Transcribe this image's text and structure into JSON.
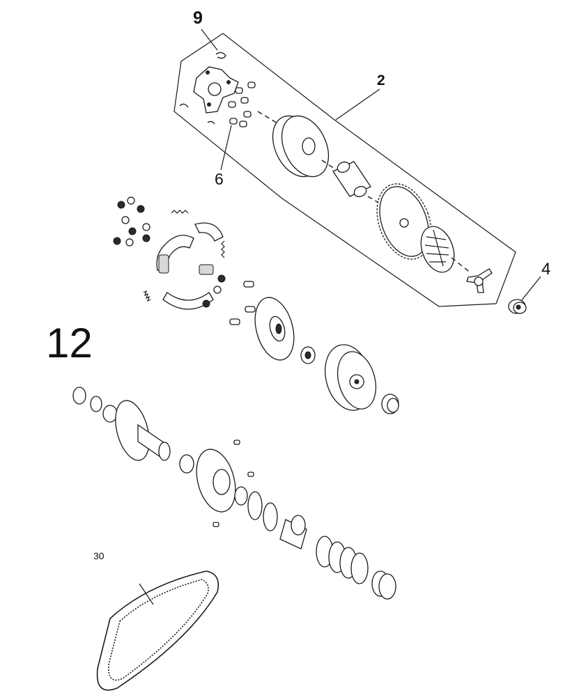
{
  "diagram": {
    "labels": {
      "item_9": "9",
      "item_2": "2",
      "item_6": "6",
      "item_4": "4",
      "item_12": "12",
      "item_30": "30"
    },
    "colors": {
      "line": "#1a1a1a",
      "background": "#ffffff"
    }
  }
}
